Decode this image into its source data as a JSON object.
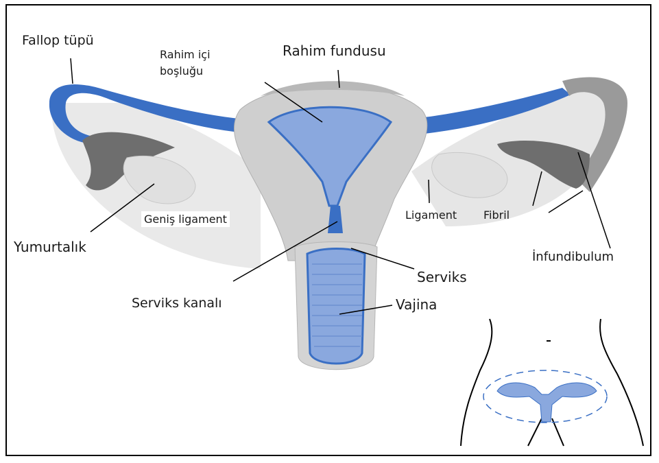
{
  "labels": {
    "fallopian_tube": "Fallop tüpü",
    "uterine_cavity_line1": "Rahim içi",
    "uterine_cavity_line2": "boşluğu",
    "uterine_fundus": "Rahim fundusu",
    "broad_ligament": "Geniş ligament",
    "ovary": "Yumurtalık",
    "ligament": "Ligament",
    "fimbriae": "Fibril",
    "infundibulum": "İnfundibulum",
    "cervix": "Serviks",
    "cervical_canal": "Serviks kanalı",
    "vagina": "Vajina"
  },
  "colors": {
    "blue": "#3a6fc4",
    "light_blue": "#8aa8de",
    "gray_light": "#dcdcdc",
    "gray_mid": "#b4b4b4",
    "gray_dark": "#6e6e6e",
    "outline": "#000000"
  }
}
